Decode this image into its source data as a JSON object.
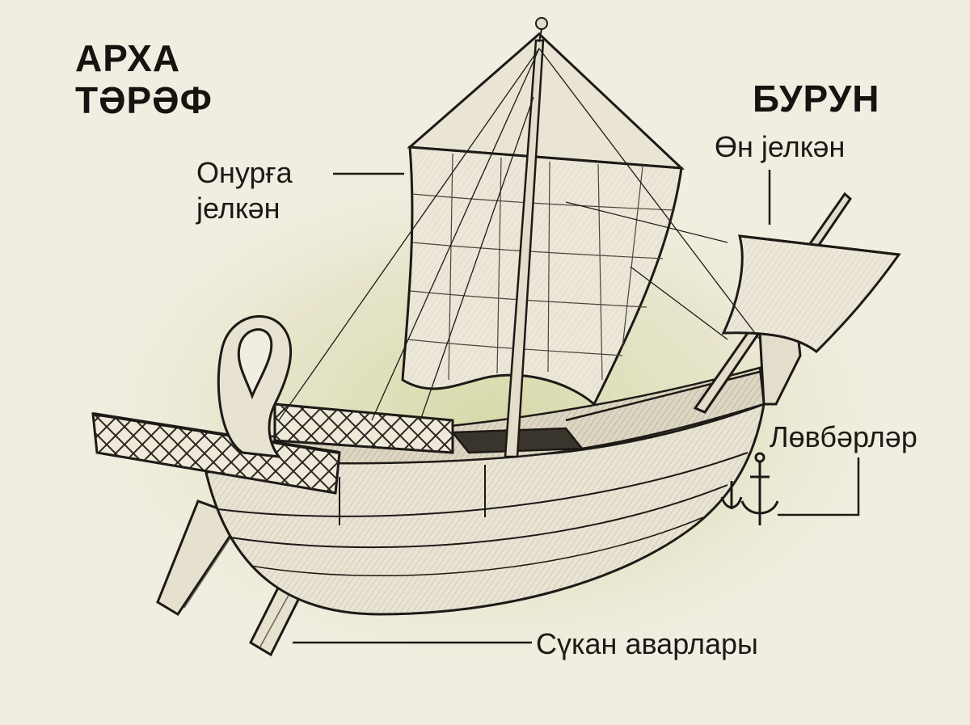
{
  "headings": {
    "stern": "АРХА ТӘРӘФ",
    "bow": "БУРУН"
  },
  "labels": {
    "mainsail": "Онурға јелкән",
    "foresail": "Өн јелкән",
    "anchors": "Лөвбәрләр",
    "steering_oars": "Сүкан аварлары"
  },
  "colors": {
    "background": "#f1ede0",
    "glow": "#dcdcb2",
    "ink": "#1c1a16",
    "sail": "#ece7d8",
    "hull": "#e8e2d2"
  }
}
